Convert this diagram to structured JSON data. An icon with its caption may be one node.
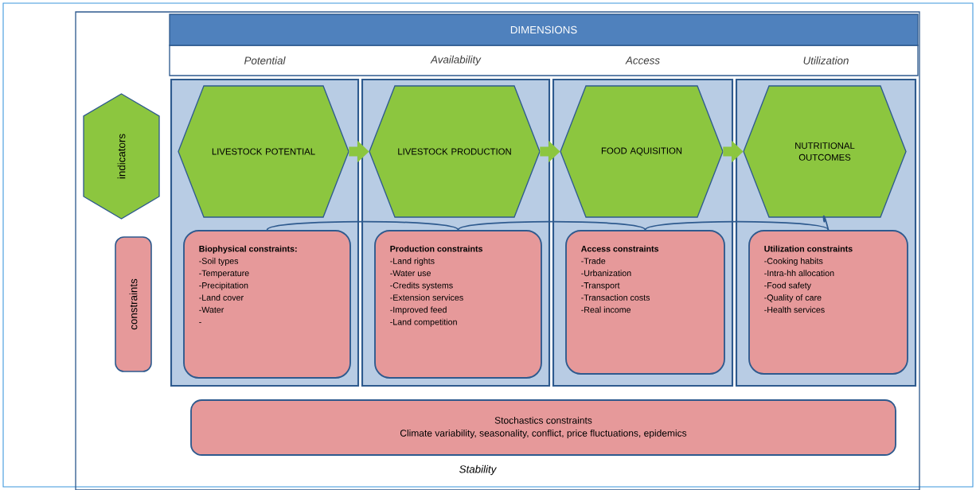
{
  "diagram": {
    "nodes": [
      {
        "text": [
          "DIMENSIONS"
        ]
      },
      {
        "text": [
          "indicators"
        ]
      },
      {
        "text": [
          "constraints"
        ]
      },
      {
        "text": [
          "Potential"
        ]
      },
      {
        "text": [
          "LIVESTOCK POTENTIAL"
        ],
        "in": 3
      },
      {
        "text": [
          "Biophysical constraints:",
          "-Soil types",
          "-Temperature",
          "-Precipitation",
          "-Land cover",
          "-Water",
          "-"
        ],
        "in": 3
      },
      {
        "text": [
          "Availability"
        ]
      },
      {
        "text": [
          "LIVESTOCK PRODUCTION"
        ],
        "in": 6
      },
      {
        "text": [
          "Production constraints",
          "-Land rights",
          "-Water use",
          "-Credits systems",
          "-Extension services",
          "-Improved feed",
          "-Land competition"
        ],
        "in": 6
      },
      {
        "text": [
          "Access"
        ]
      },
      {
        "text": [
          "FOOD AQUISITION"
        ],
        "in": 9
      },
      {
        "text": [
          "Access constraints",
          "-Trade",
          "-Urbanization",
          "-Transport",
          "-Transaction costs",
          "-Real income"
        ],
        "in": 9
      },
      {
        "text": [
          "Utilization"
        ]
      },
      {
        "text": [
          "NUTRITIONAL OUTCOMES"
        ],
        "in": 12
      },
      {
        "text": [
          "Utilization constraints",
          "-Cooking habits",
          "-Intra-hh allocation",
          "-Food safety",
          "-Quality of care",
          "-Health services"
        ],
        "in": 12
      },
      {
        "text": [
          "Stochastics constraints",
          "Climate variability, seasonality, conflict, price fluctuations, epidemics"
        ],
        "beside": [
          "Stability"
        ]
      }
    ],
    "edges": [
      {
        "from": 4,
        "to": 7,
        "arrow": "to",
        "style": "thick",
        "color": "#8cc63f"
      },
      {
        "from": 7,
        "to": 10,
        "arrow": "to",
        "style": "thick",
        "color": "#8cc63f"
      },
      {
        "from": 10,
        "to": 13,
        "arrow": "to",
        "style": "thick",
        "color": "#8cc63f"
      },
      {
        "from": 5,
        "to": 8,
        "arrow": "none"
      },
      {
        "from": 8,
        "to": 11,
        "arrow": "none"
      },
      {
        "from": 11,
        "to": 14,
        "arrow": "none"
      },
      {
        "from": 14,
        "to": 13,
        "arrow": "none"
      }
    ]
  }
}
